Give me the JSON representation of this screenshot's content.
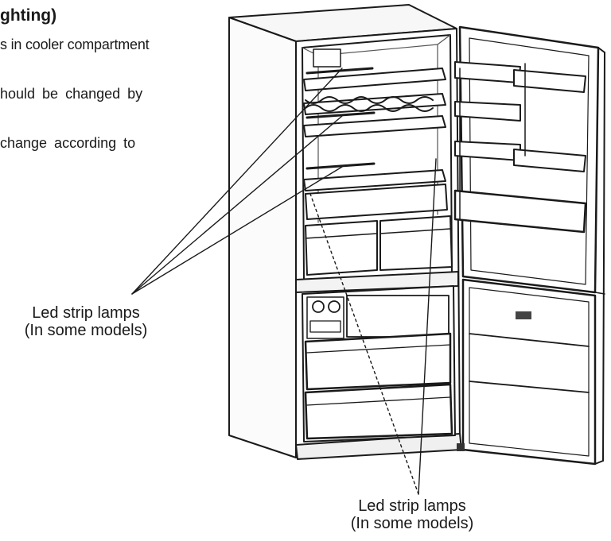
{
  "section_heading": "ghting)",
  "text_lines": [
    "s in cooler compartment",
    "hould  be  changed  by",
    "  change  according  to"
  ],
  "callouts": {
    "left": {
      "line1": "Led strip lamps",
      "line2": "(In some models)"
    },
    "bottom": {
      "line1": "Led strip lamps",
      "line2": "(In some models)"
    }
  },
  "colors": {
    "ink": "#1a1a1a",
    "light_ink": "#555555",
    "background": "#ffffff"
  }
}
